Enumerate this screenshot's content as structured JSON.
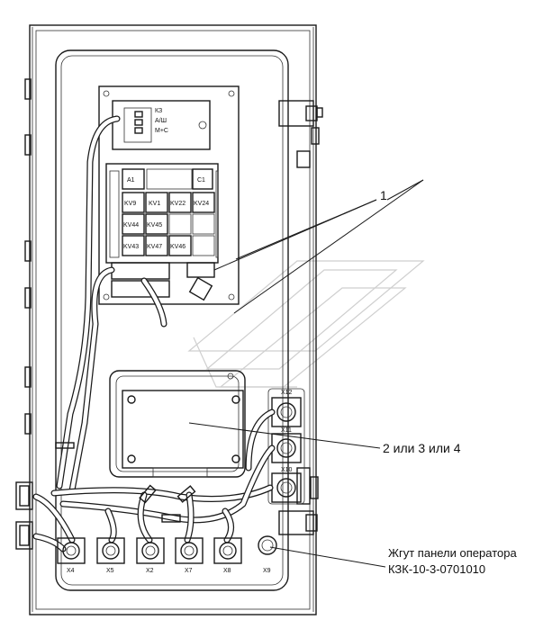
{
  "callouts": {
    "item_1": "1",
    "item_2": "2 или 3 или 4",
    "harness_line1": "Жгут панели оператора",
    "harness_line2": "КЗК-10-3-0701010"
  },
  "relays": {
    "row1": [
      "A1",
      "C1"
    ],
    "row2": [
      "KV9",
      "KV1",
      "KV22",
      "KV24"
    ],
    "row3": [
      "KV44",
      "KV45"
    ],
    "row4": [
      "KV43",
      "KV47",
      "KV46"
    ]
  },
  "module_labels": [
    "КЗ",
    "А/Ш",
    "М+С"
  ],
  "side_connectors": [
    "X12",
    "X11",
    "X10"
  ],
  "bottom_connectors": [
    "X4",
    "X5",
    "X2",
    "X7",
    "X8",
    "X9"
  ]
}
